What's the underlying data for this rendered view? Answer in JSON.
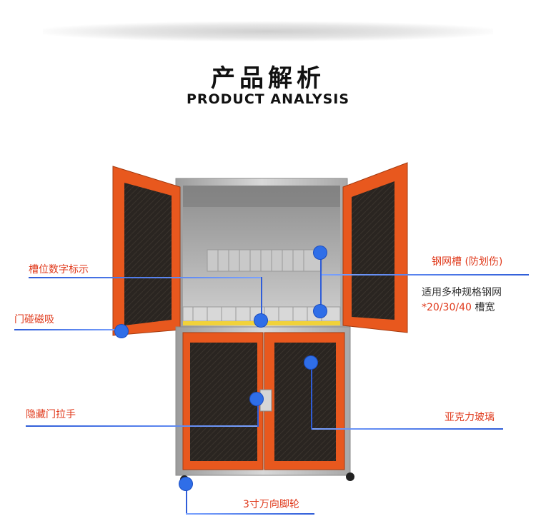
{
  "header": {
    "title_cn": "产品解析",
    "title_en": "PRODUCT ANALYSIS"
  },
  "callouts": {
    "slot_number": "槽位数字标示",
    "magnet_door": "门碰磁吸",
    "hidden_handle": "隐藏门拉手",
    "steel_mesh": "钢网槽 (防划伤)",
    "spec_line1": "适用多种规格钢网",
    "spec_line2_a": "*20/30/40",
    "spec_line2_b": " 槽宽",
    "acrylic": "亚克力玻璃",
    "casters": "3寸万向脚轮"
  },
  "colors": {
    "accent_red": "#e03a1c",
    "callout_blue": "#2f6ee8",
    "cabinet_orange": "#e8581e",
    "steel_gray": "#b9b9b9"
  }
}
